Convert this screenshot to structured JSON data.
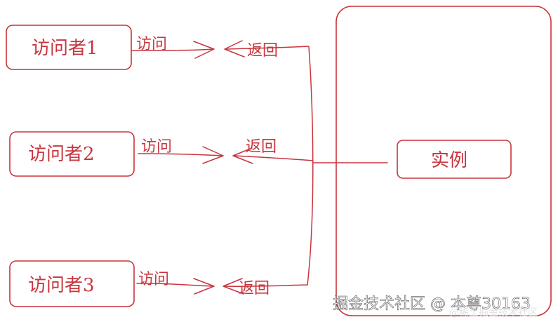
{
  "nodes": {
    "visitor1": "访问者1",
    "visitor2": "访问者2",
    "visitor3": "访问者3",
    "instance": "实例"
  },
  "edges": {
    "visit1": "访问",
    "visit2": "访问",
    "visit3": "访问",
    "return1": "返回",
    "return2": "返回",
    "return3": "返回"
  },
  "watermark": {
    "main": "掘金技术社区 @ 本尊30163",
    "faint": "@稀土掘金技术社区"
  },
  "colors": {
    "stroke": "#c8353e"
  }
}
